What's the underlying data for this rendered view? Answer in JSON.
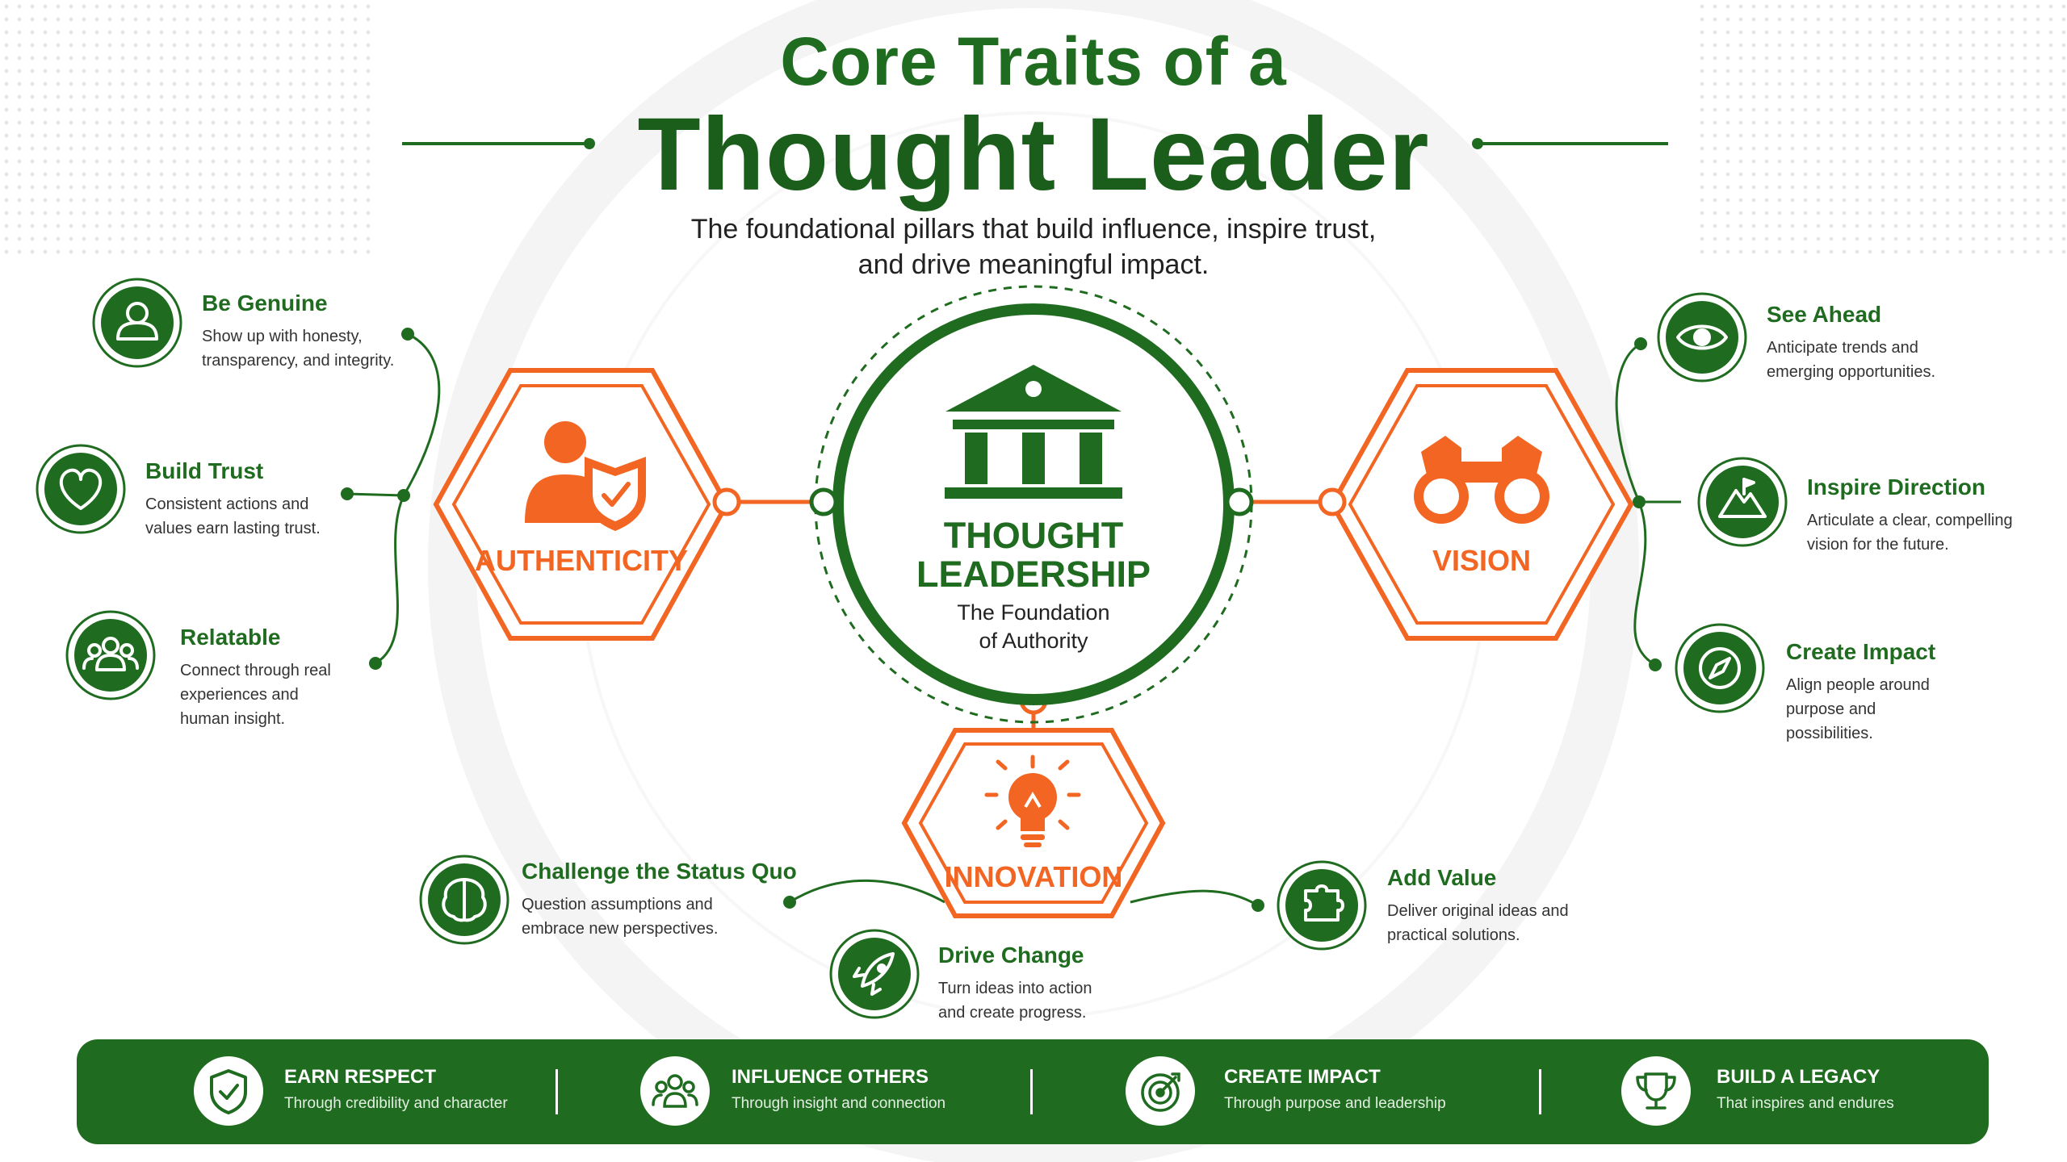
{
  "header": {
    "title_line1": "Core Traits of a",
    "title_line2": "Thought Leader",
    "subtitle_line1": "The foundational pillars that build influence, inspire trust,",
    "subtitle_line2": "and drive meaningful impact."
  },
  "center": {
    "title_line1": "THOUGHT",
    "title_line2": "LEADERSHIP",
    "subtitle_line1": "The Foundation",
    "subtitle_line2": "of Authority",
    "icon": "building-columns-icon"
  },
  "pillars": {
    "authenticity": {
      "label": "AUTHENTICITY",
      "icon": "person-shield-icon"
    },
    "vision": {
      "label": "VISION",
      "icon": "binoculars-icon"
    },
    "innovation": {
      "label": "INNOVATION",
      "icon": "lightbulb-icon"
    }
  },
  "traits": {
    "be_genuine": {
      "title": "Be Genuine",
      "desc": [
        "Show up with honesty,",
        "transparency, and integrity."
      ],
      "icon": "user-icon"
    },
    "build_trust": {
      "title": "Build Trust",
      "desc": [
        "Consistent actions and",
        "values earn lasting trust."
      ],
      "icon": "heart-icon"
    },
    "relatable": {
      "title": "Relatable",
      "desc": [
        "Connect through real",
        "experiences and",
        "human insight."
      ],
      "icon": "group-icon"
    },
    "see_ahead": {
      "title": "See Ahead",
      "desc": [
        "Anticipate trends and",
        "emerging opportunities."
      ],
      "icon": "eye-icon"
    },
    "inspire_direction": {
      "title": "Inspire Direction",
      "desc": [
        "Articulate a clear, compelling",
        "vision for the future."
      ],
      "icon": "mountain-flag-icon"
    },
    "create_impact": {
      "title": "Create Impact",
      "desc": [
        "Align people around",
        "purpose and",
        "possibilities."
      ],
      "icon": "compass-icon"
    },
    "challenge": {
      "title": "Challenge the Status Quo",
      "desc": [
        "Question assumptions and",
        "embrace new perspectives."
      ],
      "icon": "brain-icon"
    },
    "drive_change": {
      "title": "Drive Change",
      "desc": [
        "Turn ideas into action",
        "and create progress."
      ],
      "icon": "rocket-icon"
    },
    "add_value": {
      "title": "Add Value",
      "desc": [
        "Deliver original ideas and",
        "practical solutions."
      ],
      "icon": "puzzle-icon"
    }
  },
  "banner": [
    {
      "title": "EARN RESPECT",
      "desc": "Through credibility and character",
      "icon": "shield-check-icon"
    },
    {
      "title": "INFLUENCE OTHERS",
      "desc": "Through insight and connection",
      "icon": "people-icon"
    },
    {
      "title": "CREATE IMPACT",
      "desc": "Through purpose and leadership",
      "icon": "target-icon"
    },
    {
      "title": "BUILD A LEGACY",
      "desc": "That inspires and endures",
      "icon": "trophy-icon"
    }
  ],
  "colors": {
    "green": "#1f6b1f",
    "dark_green": "#1b5e1b",
    "orange": "#f26522",
    "white": "#ffffff"
  }
}
